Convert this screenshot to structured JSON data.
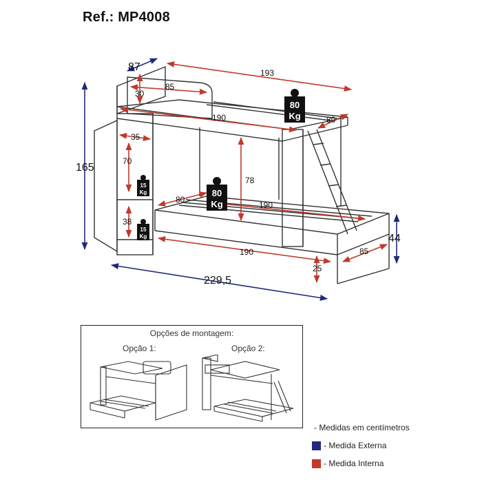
{
  "reference": "Ref.: MP4008",
  "colors": {
    "external": "#1f2a7a",
    "internal": "#c0392b",
    "outline": "#333333",
    "weight_badge": "#111111"
  },
  "dimensions": {
    "depth": "87",
    "length_top": "193",
    "headboard_height": "30",
    "headboard_width": "85",
    "top_bed_length": "190",
    "top_bed_width": "80",
    "shelf_width": "35",
    "shelf_upper_height": "70",
    "shelf_lower_height": "38",
    "clearance_between_beds": "78",
    "bottom_bed_width": "80",
    "bottom_bed_length": "190",
    "total_height": "165",
    "lower_bed_length": "190",
    "floor_clearance": "25",
    "lower_bed_depth": "85",
    "lower_bed_height": "44",
    "total_length": "229,5"
  },
  "weights": {
    "top_bed": {
      "value": "80",
      "unit": "Kg"
    },
    "bottom_bed": {
      "value": "80",
      "unit": "Kg"
    },
    "shelf_upper": {
      "value": "15",
      "unit": "Kg"
    },
    "shelf_lower": {
      "value": "15",
      "unit": "Kg"
    }
  },
  "options": {
    "title": "Opções de montagem:",
    "option1": "Opção 1:",
    "option2": "Opção 2:"
  },
  "legend": {
    "note": "- Medidas em centímetros",
    "external": "- Medida Externa",
    "internal": "- Medida Interna"
  }
}
